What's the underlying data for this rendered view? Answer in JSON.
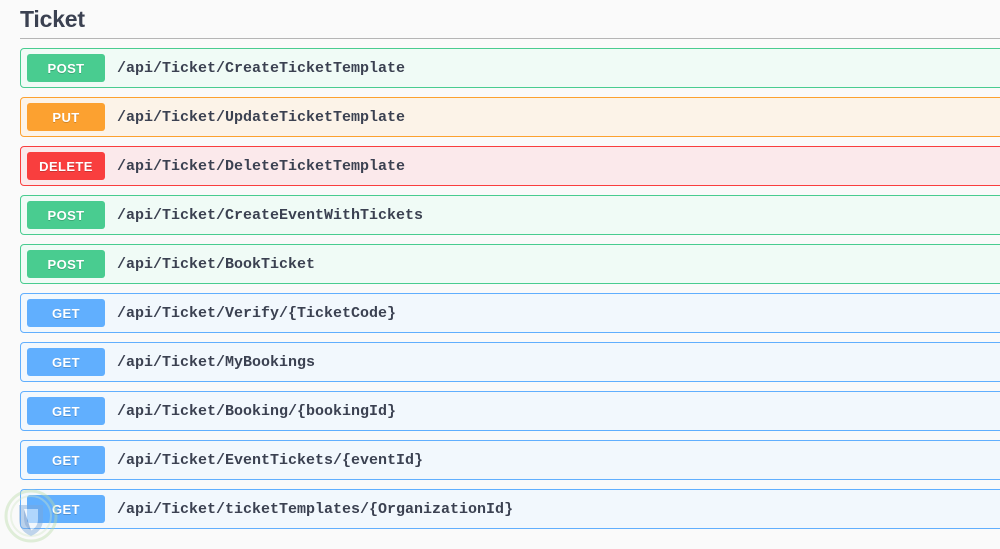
{
  "page": {
    "background_color": "#fafafa",
    "text_color": "#3b4151"
  },
  "tag": {
    "title": "Ticket"
  },
  "method_colors": {
    "GET": "#61affe",
    "POST": "#49cc90",
    "PUT": "#fca130",
    "DELETE": "#f93e3e"
  },
  "operations": [
    {
      "method": "POST",
      "path": "/api/Ticket/CreateTicketTemplate"
    },
    {
      "method": "PUT",
      "path": "/api/Ticket/UpdateTicketTemplate"
    },
    {
      "method": "DELETE",
      "path": "/api/Ticket/DeleteTicketTemplate"
    },
    {
      "method": "POST",
      "path": "/api/Ticket/CreateEventWithTickets"
    },
    {
      "method": "POST",
      "path": "/api/Ticket/BookTicket"
    },
    {
      "method": "GET",
      "path": "/api/Ticket/Verify/{TicketCode}"
    },
    {
      "method": "GET",
      "path": "/api/Ticket/MyBookings"
    },
    {
      "method": "GET",
      "path": "/api/Ticket/Booking/{bookingId}"
    },
    {
      "method": "GET",
      "path": "/api/Ticket/EventTickets/{eventId}"
    },
    {
      "method": "GET",
      "path": "/api/Ticket/ticketTemplates/{OrganizationId}"
    }
  ],
  "watermark": {
    "icon": "shield-logo-watermark"
  }
}
